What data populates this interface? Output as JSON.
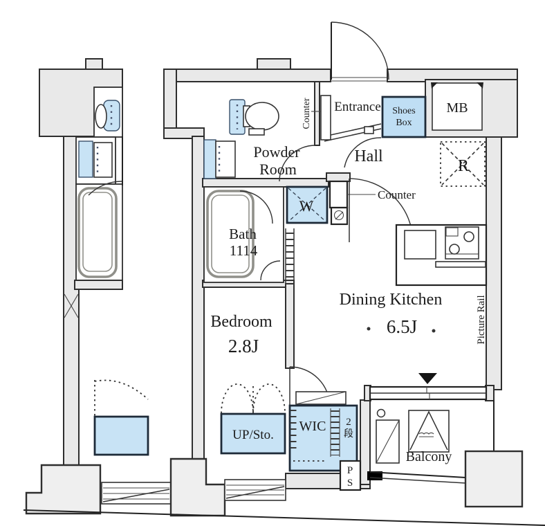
{
  "floorplan": {
    "colors": {
      "wall_fill": "#e9e9e9",
      "fixture_blue": "#c8e3f5",
      "shoes_blue": "#bfdef4",
      "outline": "#2e2e2e",
      "marker": "#151515"
    },
    "labels": {
      "entrance": "Entrance",
      "shoes_box": [
        "Shoes",
        "Box"
      ],
      "meter_box": "MB",
      "hall": "Hall",
      "counter_side": "Counter",
      "counter": "Counter",
      "refrigerator": "R",
      "powder_room": [
        "Powder",
        "Room"
      ],
      "washer": "W",
      "bath": [
        "Bath",
        "1114"
      ],
      "dining_kitchen": "Dining Kitchen",
      "dining_kitchen_size": "6.5J",
      "picture_rail": "Picture Rail",
      "bedroom": "Bedroom",
      "bedroom_size": "2.8J",
      "storage": "UP/Sto.",
      "wic": "WIC",
      "wic_shelves": [
        "2",
        "段"
      ],
      "pipe_space": [
        "P",
        "S"
      ],
      "balcony": "Balcony"
    }
  }
}
